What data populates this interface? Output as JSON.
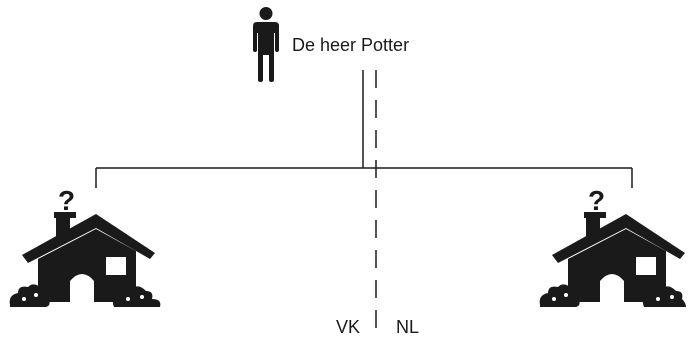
{
  "person": {
    "icon": "person-icon",
    "name": "De heer Potter"
  },
  "countries": {
    "left": "VK",
    "right": "NL"
  },
  "houses": {
    "left_icon": "house-with-question-mark-icon",
    "right_icon": "house-with-question-mark-icon",
    "smoke_glyph": "?"
  },
  "colors": {
    "ink": "#1a1a1a",
    "background": "#ffffff"
  }
}
